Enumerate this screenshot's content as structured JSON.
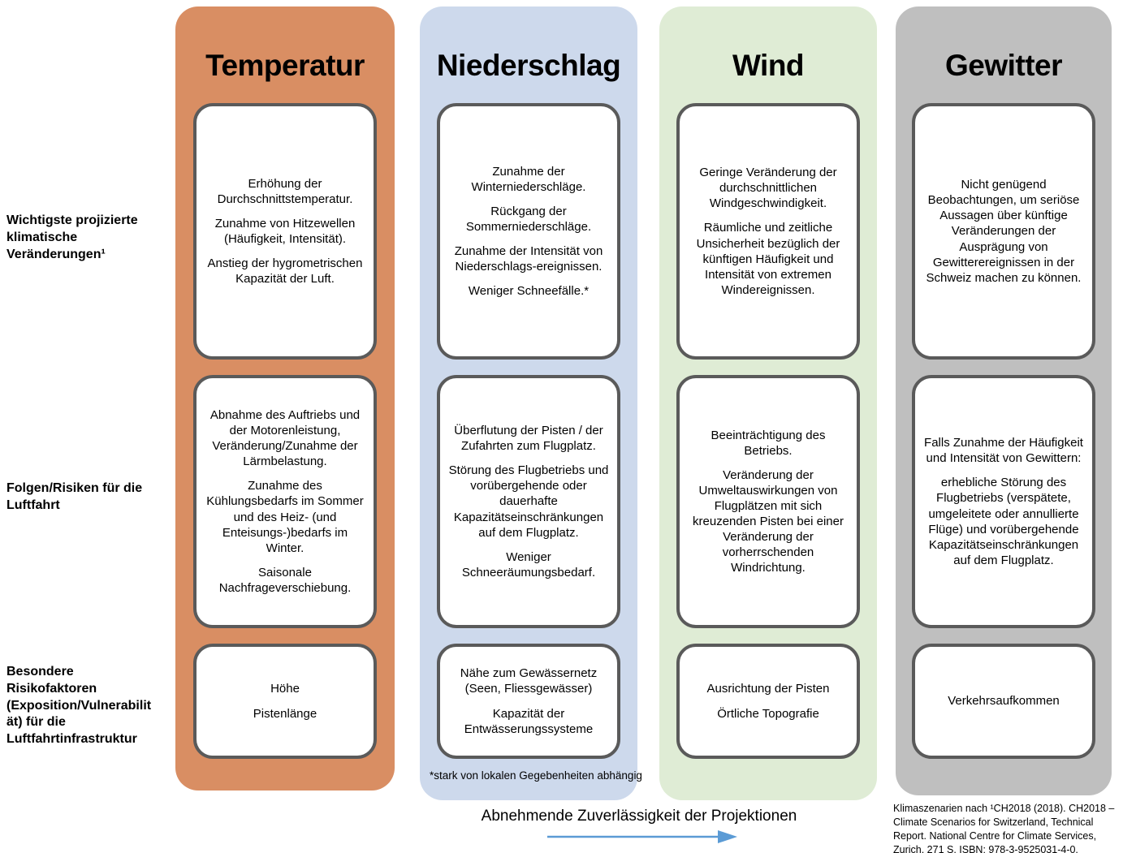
{
  "rows": [
    {
      "label": "Wichtigste projizierte klimatische Veränderungen¹"
    },
    {
      "label": "Folgen/Risiken für die Luftfahrt"
    },
    {
      "label": "Besondere Risikofaktoren (Exposition/Vulnerabilität) für die Luftfahrtinfrastruktur"
    }
  ],
  "columns": [
    {
      "title": "Temperatur",
      "color": "#D98E63",
      "row1": [
        "Erhöhung der Durchschnittstemperatur.",
        "Zunahme von Hitzewellen (Häufigkeit, Intensität).",
        "Anstieg der hygrometrischen Kapazität der Luft."
      ],
      "row2": [
        "Abnahme des Auftriebs und der Motorenleistung, Veränderung/Zunahme der Lärmbelastung.",
        "Zunahme des Kühlungsbedarfs im Sommer und des Heiz- (und Enteisungs-)bedarfs im Winter.",
        "Saisonale Nachfrageverschiebung."
      ],
      "row3": [
        "Höhe",
        "Pistenlänge"
      ]
    },
    {
      "title": "Niederschlag",
      "color": "#CDD9EC",
      "row1": [
        "Zunahme der Winterniederschläge.",
        "Rückgang der Sommerniederschläge.",
        "Zunahme der Intensität von Niederschlags-ereignissen.",
        "Weniger Schneefälle.*"
      ],
      "row2": [
        "Überflutung der Pisten / der Zufahrten zum Flugplatz.",
        "Störung des Flugbetriebs und vorübergehende oder dauerhafte Kapazitätseinschränkungen auf dem Flugplatz.",
        "Weniger Schneeräumungsbedarf."
      ],
      "row3": [
        "Nähe zum Gewässernetz (Seen, Fliessgewässer)",
        "Kapazität der Entwässerungssysteme"
      ]
    },
    {
      "title": "Wind",
      "color": "#DFECD5",
      "row1": [
        "Geringe Veränderung der durchschnittlichen Windgeschwindigkeit.",
        "Räumliche und zeitliche Unsicherheit bezüglich der künftigen Häufigkeit und Intensität von extremen Windereignissen."
      ],
      "row2": [
        "Beeinträchtigung des Betriebs.",
        "Veränderung der Umweltauswirkungen von Flugplätzen mit sich kreuzenden Pisten bei einer Veränderung der vorherrschenden Windrichtung."
      ],
      "row3": [
        "Ausrichtung der Pisten",
        "Örtliche Topografie"
      ]
    },
    {
      "title": "Gewitter",
      "color": "#BFBFBF",
      "row1": [
        "Nicht genügend Beobachtungen, um seriöse Aussagen über künftige Veränderungen der Ausprägung von Gewitterereignissen in der Schweiz machen zu können."
      ],
      "row2": [
        "Falls Zunahme der Häufigkeit und Intensität von Gewittern:",
        "erhebliche Störung des Flugbetriebs (verspätete, umgeleitete oder annullierte Flüge) und vorübergehende Kapazitätseinschränkungen auf dem Flugplatz."
      ],
      "row3": [
        "Verkehrsaufkommen"
      ]
    }
  ],
  "precip_footnote": "*stark von lokalen Gegebenheiten abhängig",
  "arrow": {
    "label": "Abnehmende Zuverlässigkeit der Projektionen",
    "color": "#5B9BD5"
  },
  "citation": "Klimaszenarien nach ¹CH2018 (2018). CH2018 – Climate Scenarios for Switzerland, Technical Report. National Centre for Climate Services, Zurich, 271 S. ISBN: 978-3-9525031-4-0.",
  "styles": {
    "box_border": "#5A5A5A",
    "box_fill": "#FFFFFF",
    "text": "#000000"
  }
}
